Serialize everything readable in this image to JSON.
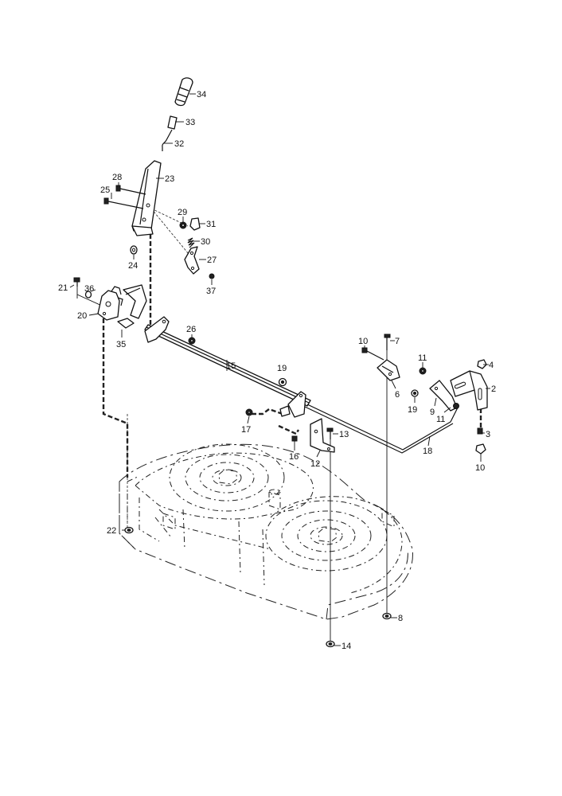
{
  "callouts": {
    "c34": "34",
    "c33": "33",
    "c32": "32",
    "c23": "23",
    "c28": "28",
    "c25": "25",
    "c29": "29",
    "c31": "31",
    "c30": "30",
    "c24": "24",
    "c27": "27",
    "c37": "37",
    "c21": "21",
    "c36": "36",
    "c20": "20",
    "c26": "26",
    "c35": "35",
    "c15": "15",
    "c10a": "10",
    "c7": "7",
    "c11a": "11",
    "c4": "4",
    "c2": "2",
    "c19a": "19",
    "c6": "6",
    "c19b": "19",
    "c9": "9",
    "c11b": "11",
    "c17": "17",
    "c13": "13",
    "c16": "16",
    "c12": "12",
    "c18": "18",
    "c3": "3",
    "c10b": "10",
    "c22": "22",
    "c8": "8",
    "c14": "14"
  },
  "icons": {
    "diagram": "exploded-parts-diagram-mower-deck-lift"
  }
}
